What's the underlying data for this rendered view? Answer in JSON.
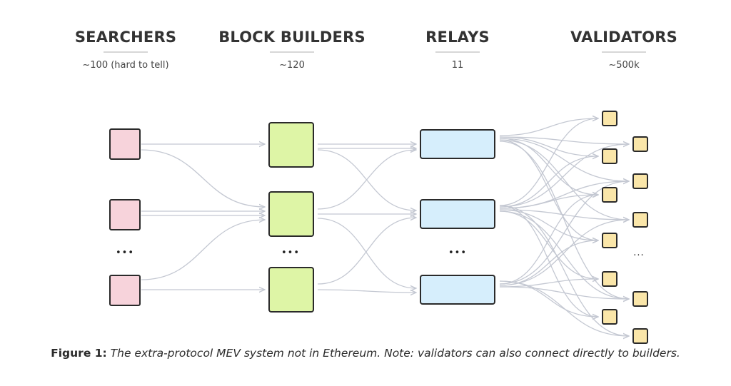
{
  "columns": [
    {
      "title": "SEARCHERS",
      "count": "~100 (hard to tell)"
    },
    {
      "title": "BLOCK BUILDERS",
      "count": "~120"
    },
    {
      "title": "RELAYS",
      "count": "11"
    },
    {
      "title": "VALIDATORS",
      "count": "~500k"
    }
  ],
  "ellipsis": "•••",
  "validators_ellipsis": "...",
  "caption": {
    "label": "Figure 1:",
    "text": "The extra-protocol MEV system not in Ethereum. Note: validators can also connect directly to builders."
  },
  "colors": {
    "searcher": "#f7d3db",
    "builder": "#def5a6",
    "relay": "#d6eefc",
    "validator": "#fae6a9",
    "stroke": "#2a2a2a",
    "connector": "#c4c8d2"
  }
}
